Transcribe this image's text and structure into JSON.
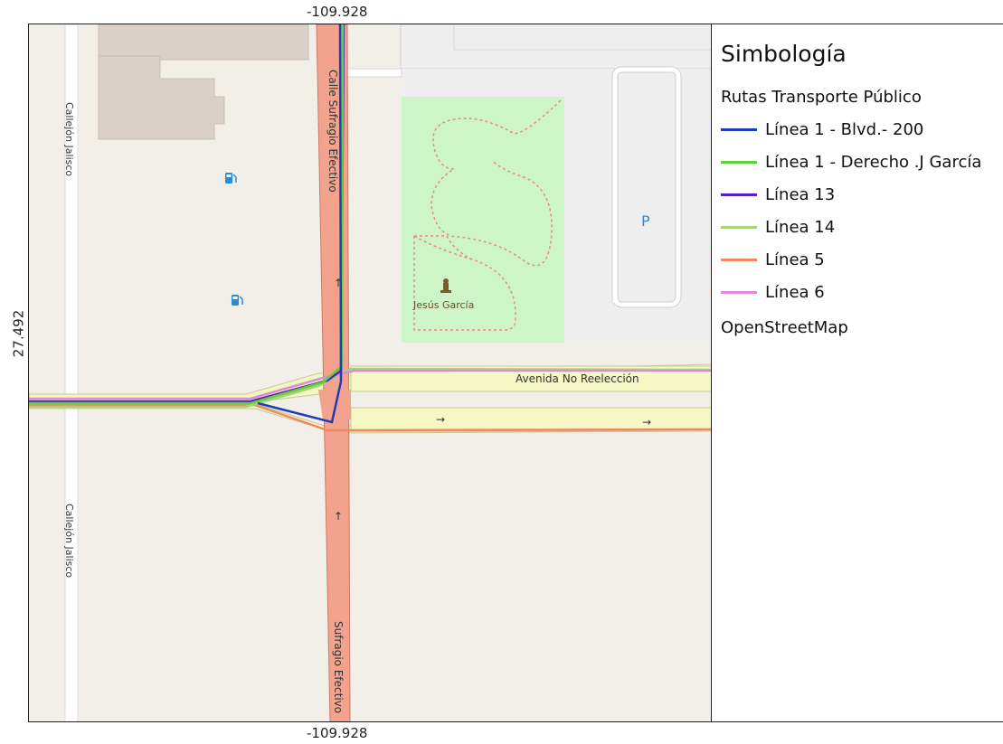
{
  "coordinates": {
    "top": "-109.928",
    "bottom": "-109.928",
    "left": "27.492"
  },
  "map": {
    "streets": {
      "sufragio_north": "Calle Sufragio Efectivo",
      "sufragio_south": "Sufragio Efectivo",
      "avenida": "Avenida No Reelección",
      "callejon_north": "Callejón Jalisco",
      "callejon_south": "Callejón Jalisco"
    },
    "poi": {
      "monument": "Jesús García",
      "parking": "P"
    },
    "icons": [
      "fuel-icon",
      "fuel-icon",
      "monument-icon",
      "parking-icon",
      "one-way-arrow-icon"
    ]
  },
  "legend": {
    "title": "Simbología",
    "group_label": "Rutas Transporte Público",
    "items": [
      {
        "label": "Línea 1 - Blvd.- 200",
        "color": "#1c3fb8"
      },
      {
        "label": "Línea 1 - Derecho .J García",
        "color": "#5fd13a"
      },
      {
        "label": "Línea 13",
        "color": "#5a1fc4"
      },
      {
        "label": "Línea 14",
        "color": "#a8d27a"
      },
      {
        "label": "Línea 5",
        "color": "#ee8a62"
      },
      {
        "label": "Línea 6",
        "color": "#de8ad8"
      }
    ],
    "basemap_label": "OpenStreetMap"
  }
}
